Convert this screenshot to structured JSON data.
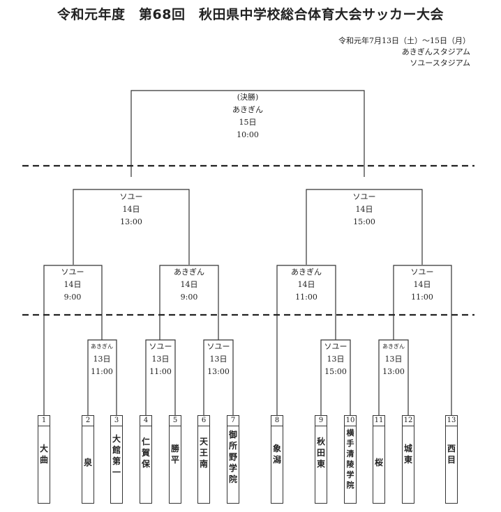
{
  "title": "令和元年度　第68回　秋田県中学校総合体育大会サッカー大会",
  "meta": {
    "dates": "令和元年7月13日（土）〜15日（月）",
    "venue1": "あきぎんスタジアム",
    "venue2": "ソユースタジアム"
  },
  "final": {
    "round": "(決勝)",
    "venue": "あきぎん",
    "day": "15日",
    "time": "10:00"
  },
  "semis": [
    {
      "venue": "ソユー",
      "day": "14日",
      "time": "13:00"
    },
    {
      "venue": "ソユー",
      "day": "14日",
      "time": "15:00"
    }
  ],
  "quarters": [
    {
      "venue": "ソユー",
      "day": "14日",
      "time": "9:00"
    },
    {
      "venue": "あきぎん",
      "day": "14日",
      "time": "9:00"
    },
    {
      "venue": "あきぎん",
      "day": "14日",
      "time": "11:00"
    },
    {
      "venue": "ソユー",
      "day": "14日",
      "time": "11:00"
    }
  ],
  "first_round": [
    {
      "venue": "あきぎん",
      "day": "13日",
      "time": "11:00"
    },
    {
      "venue": "ソユー",
      "day": "13日",
      "time": "11:00"
    },
    {
      "venue": "ソユー",
      "day": "13日",
      "time": "13:00"
    },
    {
      "venue": "ソユー",
      "day": "13日",
      "time": "15:00"
    },
    {
      "venue": "あきぎん",
      "day": "13日",
      "time": "13:00"
    }
  ],
  "teams": [
    {
      "num": "1",
      "name": "大曲"
    },
    {
      "num": "2",
      "name": "泉"
    },
    {
      "num": "3",
      "name": "大館第一"
    },
    {
      "num": "4",
      "name": "仁賀保"
    },
    {
      "num": "5",
      "name": "勝平"
    },
    {
      "num": "6",
      "name": "天王南"
    },
    {
      "num": "7",
      "name": "御所野学院"
    },
    {
      "num": "8",
      "name": "象潟"
    },
    {
      "num": "9",
      "name": "秋田東"
    },
    {
      "num": "10",
      "name": "横手清陵学院"
    },
    {
      "num": "11",
      "name": "桜"
    },
    {
      "num": "12",
      "name": "城東"
    },
    {
      "num": "13",
      "name": "西目"
    }
  ]
}
